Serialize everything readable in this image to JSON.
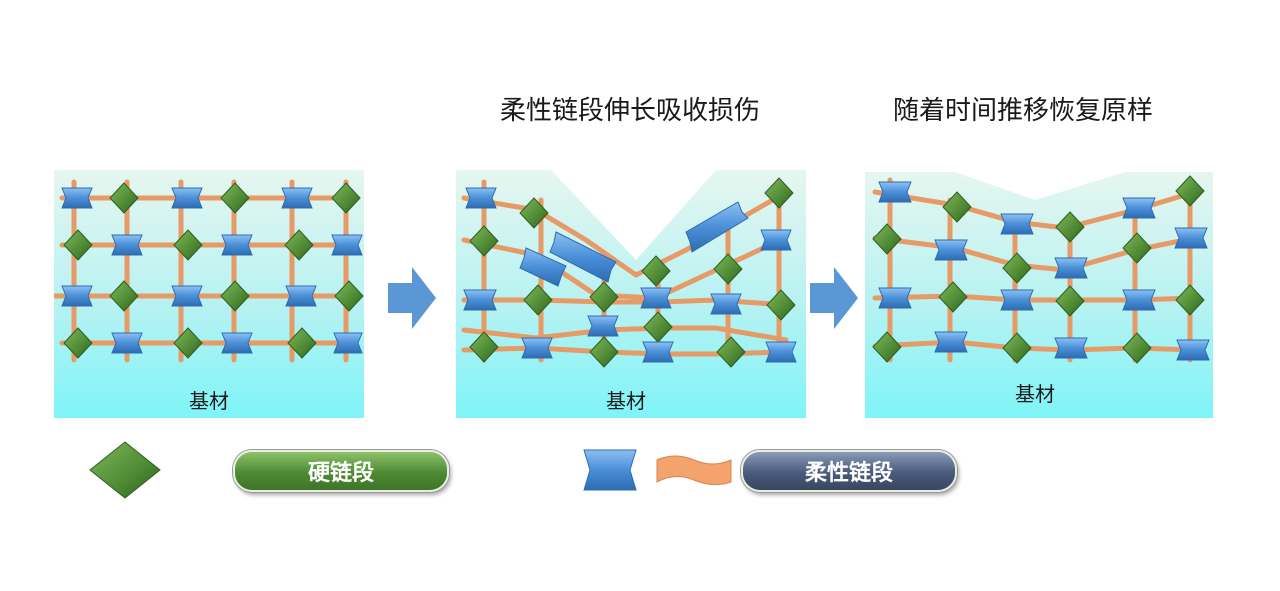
{
  "captions": {
    "stretch": "柔性链段伸长吸收损伤",
    "recover": "随着时间推移恢复原样"
  },
  "panels": [
    {
      "id": "original",
      "substrate_label": "基材"
    },
    {
      "id": "damaged",
      "substrate_label": "基材"
    },
    {
      "id": "recovered",
      "substrate_label": "基材"
    }
  ],
  "legend": {
    "hard_segment": "硬链段",
    "soft_segment": "柔性链段"
  },
  "colors": {
    "hard_segment": "#4e8a34",
    "soft_block": "#4a8fd8",
    "soft_chain": "#e69a66",
    "substrate_top": "#e6f6f0",
    "substrate_bottom": "#7ff4f8",
    "arrow": "#5b97d5"
  }
}
